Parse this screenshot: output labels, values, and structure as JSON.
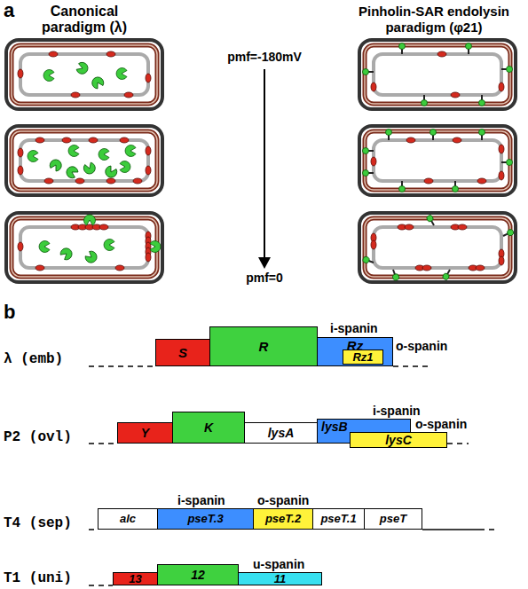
{
  "diagram": {
    "nodes": [
      {
        "text": [
          "S"
        ]
      },
      {
        "text": [
          "R"
        ]
      },
      {
        "text": [
          "Rz"
        ]
      },
      {
        "text": [
          "Rz1"
        ],
        "in": 2
      },
      {
        "text": [
          "Y"
        ]
      },
      {
        "text": [
          "K"
        ]
      },
      {
        "text": [
          "lysA"
        ]
      },
      {
        "text": [
          "lysB"
        ]
      },
      {
        "text": [
          "lysC"
        ]
      },
      {
        "text": [
          "alc"
        ]
      },
      {
        "text": [
          "pseT.3"
        ]
      },
      {
        "text": [
          "pseT.2"
        ]
      },
      {
        "text": [
          "pseT.1"
        ]
      },
      {
        "text": [
          "pseT"
        ]
      },
      {
        "text": [
          "13"
        ]
      },
      {
        "text": [
          "12"
        ]
      },
      {
        "text": [
          "11"
        ]
      }
    ],
    "labels": [
      "a",
      "Canonical paradigm (λ)",
      "Pinholin-SAR endolysin paradigm (φ21)",
      "pmf=-180mV",
      "pmf=0",
      "b",
      "λ (emb)",
      "i-spanin",
      "o-spanin",
      "P2 (ovl)",
      "i-spanin",
      "o-spanin",
      "T4 (sep)",
      "i-spanin",
      "o-spanin",
      "T1 (uni)",
      "u-spanin"
    ]
  }
}
